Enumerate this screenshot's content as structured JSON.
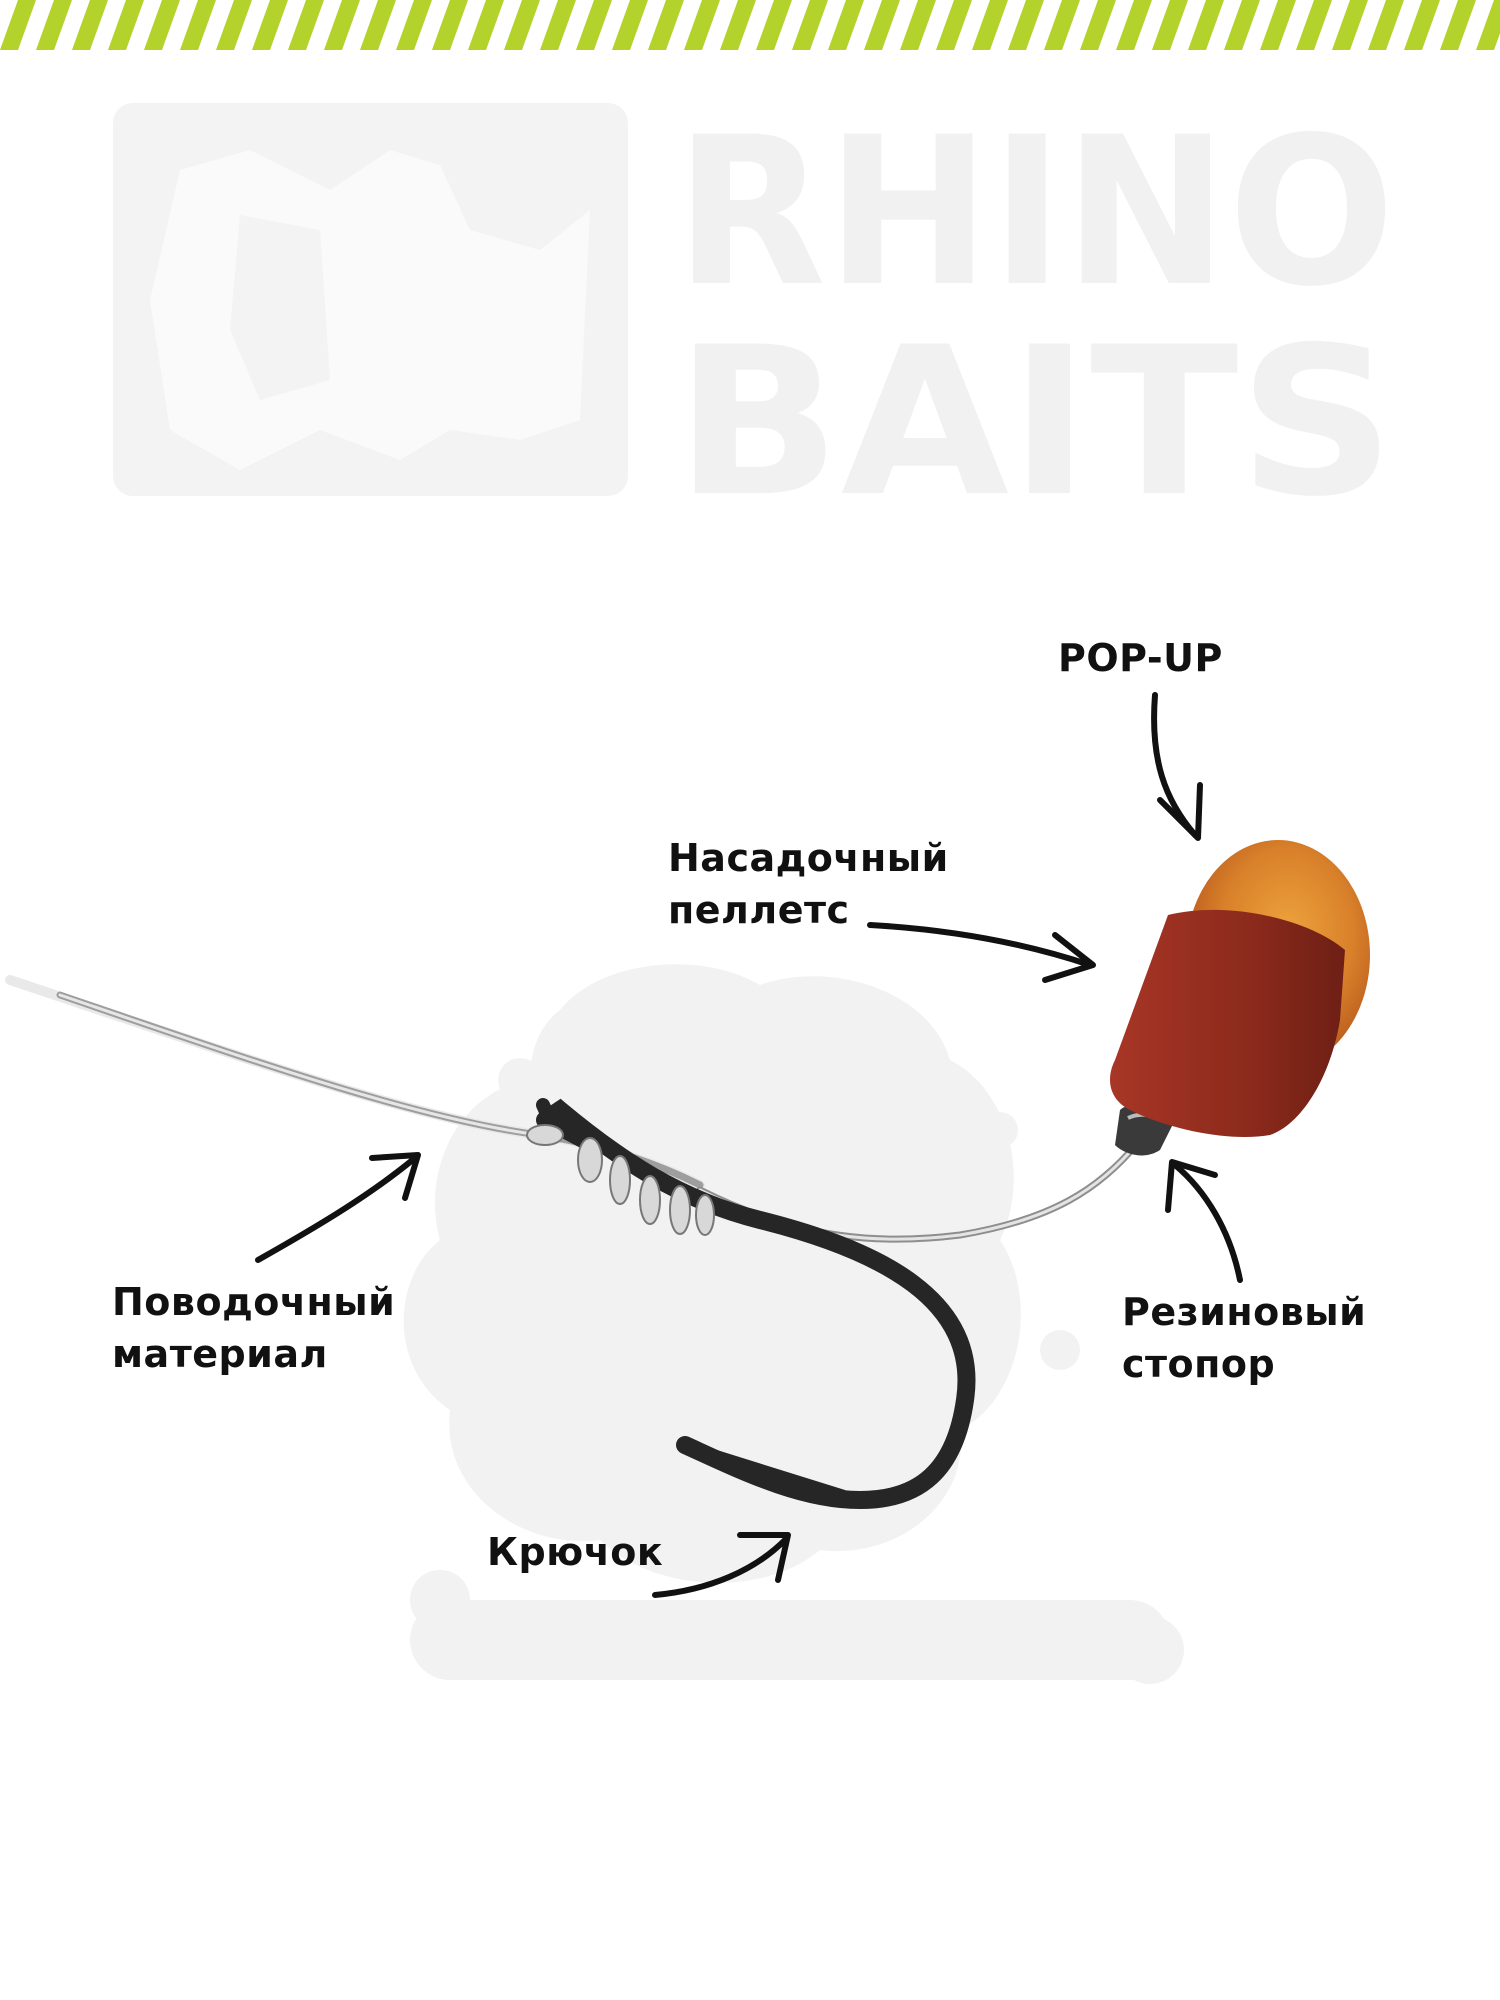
{
  "brand": {
    "line1": "RHINO",
    "line2": "BAITS",
    "watermark_color": "#f1f1f1",
    "stripe_color": "#b3d22b"
  },
  "labels": {
    "popup": "POP-UP",
    "pellet_line1": "Насадочный",
    "pellet_line2": "пеллетс",
    "leader_line1": "Поводочный",
    "leader_line2": "материал",
    "stopper_line1": "Резиновый",
    "stopper_line2": "стопор",
    "hook": "Крючок"
  },
  "colors": {
    "popup": "#d8802a",
    "pellet": "#8b2a1c",
    "hook": "#2a2a2a",
    "line": "#9a9a9a",
    "arrow": "#111111"
  }
}
